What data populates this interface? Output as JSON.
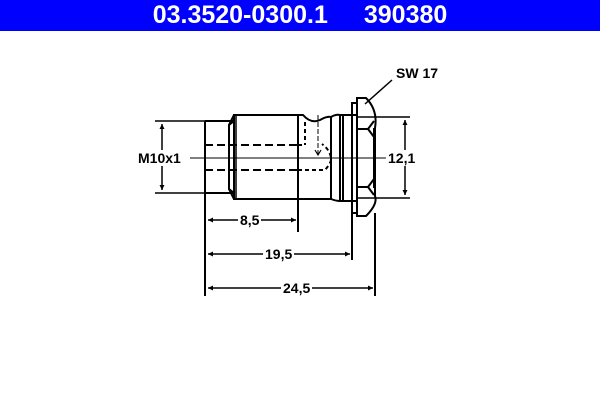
{
  "header": {
    "part_number": "03.3520-0300.1",
    "ref_number": "390380",
    "background_color": "#0000ff",
    "text_color": "#ffffff"
  },
  "drawing": {
    "type": "technical-drawing",
    "subject": "banjo bolt / threaded fitting side view",
    "labels": {
      "wrench_size": "SW 17",
      "thread": "M10x1",
      "head_diameter": "12,1",
      "thread_length": "8,5",
      "shoulder_length": "19,5",
      "overall_length": "24,5"
    }
  }
}
